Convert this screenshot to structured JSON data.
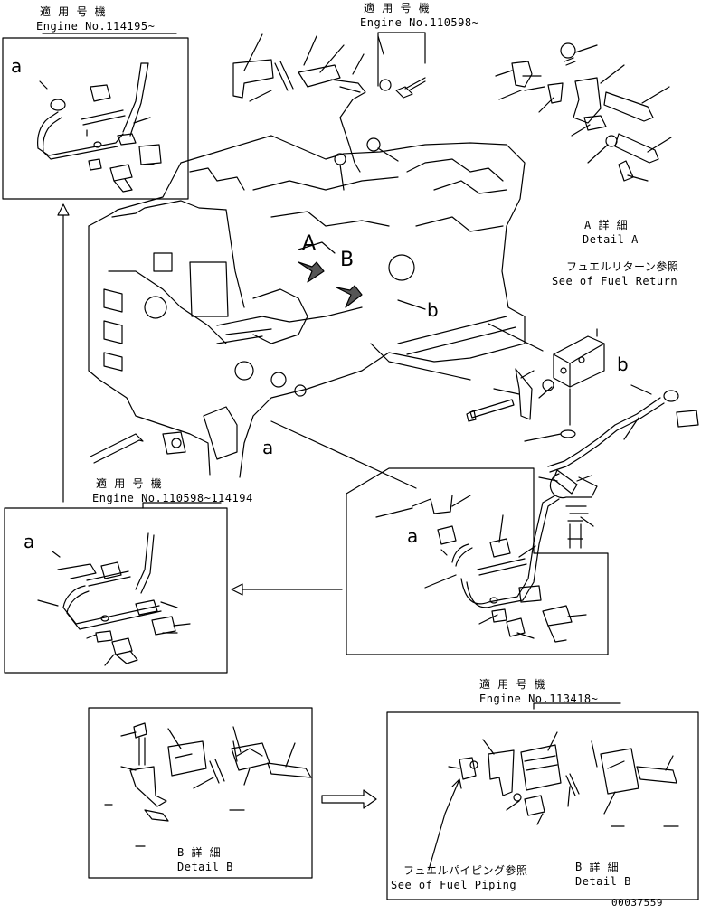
{
  "labels": {
    "top_left_heading_jp": "適 用 号 機",
    "top_left_heading_en": "Engine No.114195~",
    "top_mid_heading_jp": "適 用 号 機",
    "top_mid_heading_en": "Engine No.110598~",
    "mid_left_heading_jp": "適 用 号 機",
    "mid_left_heading_en": "Engine No.110598~114194",
    "bottom_right_heading_jp": "適 用 号 機",
    "bottom_right_heading_en": "Engine No.113418~",
    "detail_a_jp": "A 詳 細",
    "detail_a_en": "Detail A",
    "fuel_return_jp": "フュエルリターン参照",
    "fuel_return_en": "See of Fuel Return",
    "detail_b_left_jp": "B 詳 細",
    "detail_b_left_en": "Detail B",
    "detail_b_right_jp": "B 詳 細",
    "detail_b_right_en": "Detail B",
    "fuel_piping_jp": "フュエルパイピング参照",
    "fuel_piping_en": "See of Fuel Piping",
    "marker_a_upper": "A",
    "marker_b_upper": "B",
    "marker_a_lower": "a",
    "marker_b_lower": "b",
    "drawing_number": "00037559"
  }
}
